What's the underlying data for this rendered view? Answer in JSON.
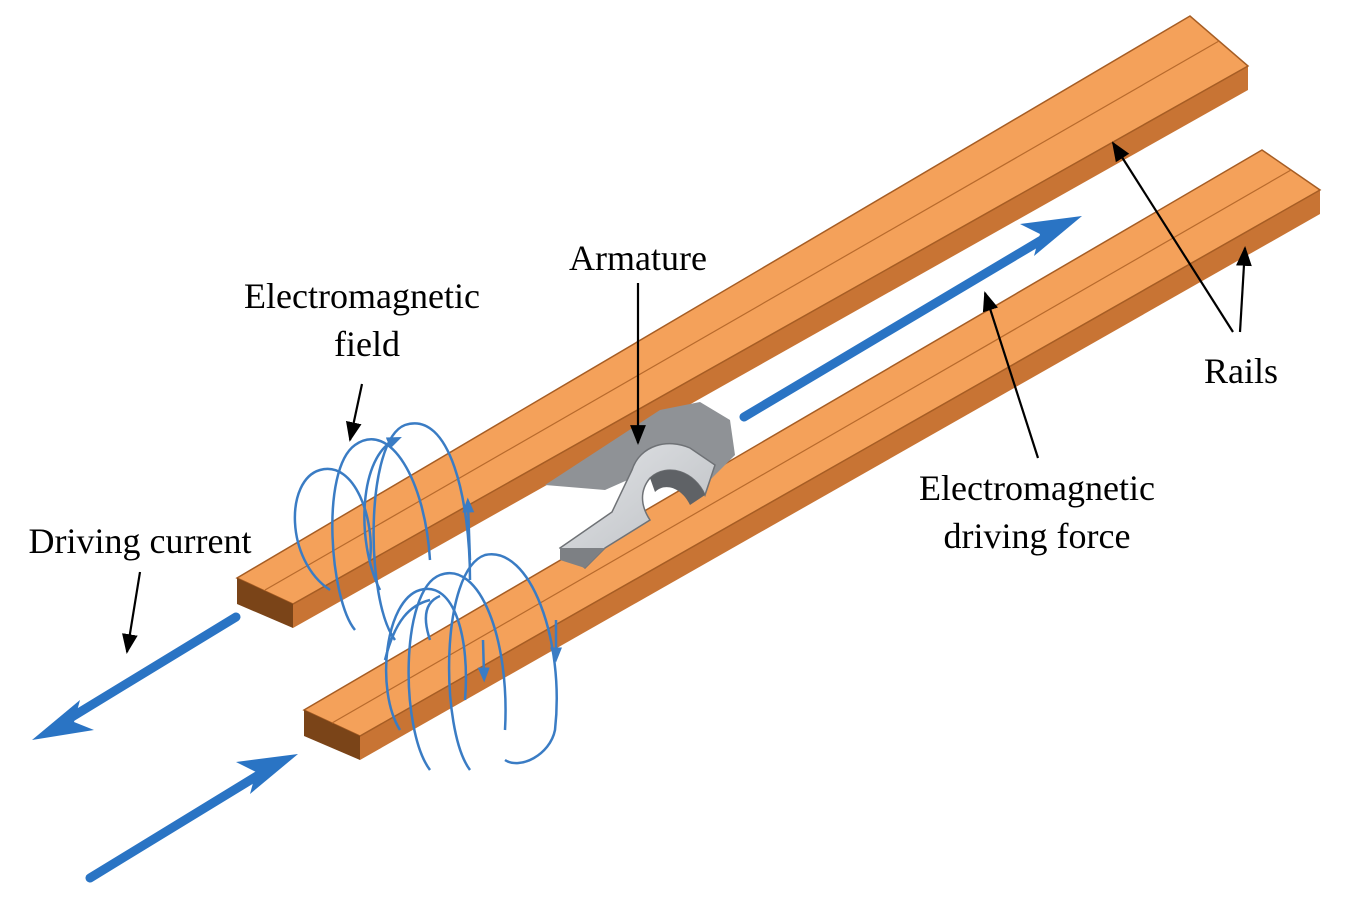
{
  "labels": {
    "em_field_line1": "Electromagnetic",
    "em_field_line2": "field",
    "armature": "Armature",
    "rails": "Rails",
    "driving_current": "Driving current",
    "driving_force_line1": "Electromagnetic",
    "driving_force_line2": "driving force"
  },
  "colors": {
    "rail_top": "#f4a15a",
    "rail_side": "#c87434",
    "rail_end": "#7a4418",
    "arrow": "#2a74c4",
    "field_line": "#3a7cc4",
    "armature_light": "#d6d8db",
    "armature_dark": "#8f9296"
  },
  "icons": {
    "current_arrow": "arrow-icon",
    "field_loop": "field-loop-icon",
    "leader": "leader-arrow-icon"
  }
}
